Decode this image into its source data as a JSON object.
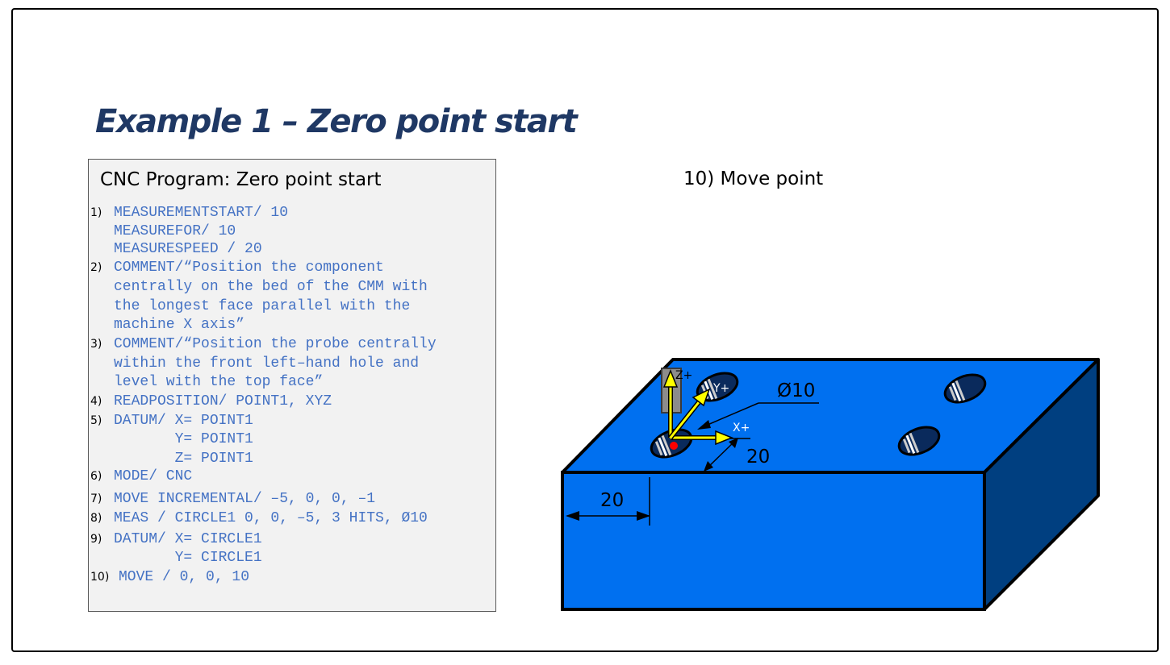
{
  "title": "Example 1 – Zero point start",
  "program": {
    "heading": "CNC Program: Zero point start",
    "lines": [
      {
        "num": "1)",
        "text": "MEASUREMENTSTART/ 10"
      },
      {
        "num": "",
        "text": "MEASUREFOR/ 10"
      },
      {
        "num": "",
        "text": "MEASURESPEED / 20"
      },
      {
        "num": "2)",
        "text": "COMMENT/“Position the component"
      },
      {
        "num": "",
        "text": "centrally on the bed of the CMM with"
      },
      {
        "num": "",
        "text": "the longest face parallel with the"
      },
      {
        "num": "",
        "text": "machine X axis”"
      },
      {
        "num": "3)",
        "text": "COMMENT/“Position the probe centrally"
      },
      {
        "num": "",
        "text": "within the front left–hand hole and"
      },
      {
        "num": "",
        "text": "level with the top face”"
      },
      {
        "num": "4)",
        "text": "READPOSITION/ POINT1, XYZ"
      },
      {
        "num": "5)",
        "text": "DATUM/ X= POINT1"
      },
      {
        "num": "",
        "text": "       Y= POINT1"
      },
      {
        "num": "",
        "text": "       Z= POINT1"
      },
      {
        "num": "6)",
        "text": "MODE/ CNC"
      },
      {
        "num": "7)",
        "text": "MOVE INCREMENTAL/ –5, 0, 0, –1"
      },
      {
        "num": "8)",
        "text": "MEAS / CIRCLE1 0, 0, –5, 3 HITS, Ø10"
      },
      {
        "num": "9)",
        "text": "DATUM/ X= CIRCLE1"
      },
      {
        "num": "",
        "text": "       Y= CIRCLE1"
      },
      {
        "num": "10)",
        "text": "MOVE / 0, 0, 10"
      }
    ]
  },
  "step_caption": "10) Move point",
  "diagram": {
    "block_color": "#0070f0",
    "side_color": "#003f80",
    "axis_color": "#ffff00",
    "labels": {
      "z_axis": "Z+",
      "y_axis": "Y+",
      "x_axis": "X+",
      "diameter": "Ø10",
      "dim_y": "20",
      "dim_x": "20"
    }
  }
}
